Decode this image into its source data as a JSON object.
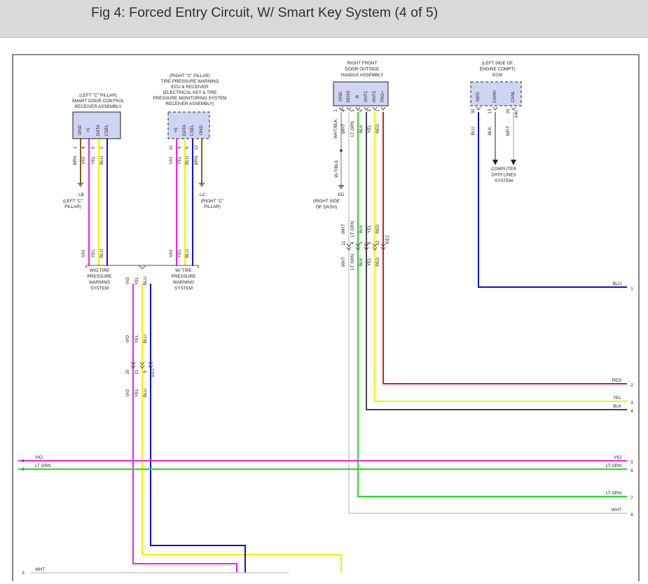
{
  "title": "Fig 4: Forced Entry Circuit, W/ Smart Key System (4 of 5)",
  "colors": {
    "VIO": "#ee22ee",
    "YEL": "#f2f200",
    "BLU": "#1111cc",
    "BRN": "#8b5a1e",
    "LT GRN": "#22dd22",
    "BLK": "#444444",
    "RED": "#ee1111",
    "WHT": "#c8c8c8",
    "WHT/BLK": "#888888",
    "component_fill": "#cfd4f2",
    "frame": "#222222"
  },
  "components": {
    "left_c": {
      "name": [
        "(LEFT \"C\" PILLAR)",
        "SMART DOOR CONTROL",
        "RECEIVER ASSEMBLY"
      ],
      "pins": [
        "GND",
        "+5",
        "DATA",
        "CSEL"
      ],
      "pin_numbers": [
        "1",
        "4",
        "5",
        "2"
      ],
      "wire_colors": [
        "BRN",
        "VIO",
        "YEL",
        "BLU"
      ],
      "ground_id": "LB",
      "ground_loc": [
        "(LEFT \"C\"",
        "PILLAR)"
      ]
    },
    "right_c": {
      "name": [
        "(RIGHT \"C\" PILLAR)",
        "TIRE PRESSURE WARNING",
        "ECU & RECEIVER",
        "(ELECTRICAL KEY & TIRE",
        "PRESSURE MONITORING SYSTEM",
        "RECEIVER ASSEMBLY)"
      ],
      "pins": [
        "+5",
        "DATA",
        "CSEL",
        "GND"
      ],
      "pin_numbers": [
        "10",
        "9",
        "6",
        "12"
      ],
      "wire_colors": [
        "VIO",
        "YEL",
        "BLU",
        "BRN"
      ],
      "ground_id": "LC",
      "ground_loc": [
        "(RIGHT \"C\"",
        "PILLAR)"
      ]
    },
    "door_handle": {
      "name": [
        "RIGHT FRONT",
        "DOOR OUTSIDE",
        "HANDLE ASSEMBLY"
      ],
      "pins": [
        "GND",
        "SENS",
        "B",
        "ANT1",
        "ANT2",
        "TRG+"
      ],
      "pin_numbers": [
        "2",
        "4",
        "5",
        "6",
        "3",
        "1"
      ],
      "wire_colors": [
        "WHT/BLK",
        "WHT",
        "LT GRN",
        "BLK",
        "YEL",
        "RED"
      ],
      "ground_wire": "W-T/BLK",
      "ground_id": "ED",
      "ground_loc": [
        "(RIGHT SIDE",
        "OF DASH)"
      ]
    },
    "ecm": {
      "name": [
        "(LEFT SIDE OF",
        "ENGINE COMPT)",
        "ECM"
      ],
      "pins": [
        "NEO",
        "CANH",
        "CANL"
      ],
      "pin_numbers": [
        "30",
        "13",
        "26"
      ],
      "wire_colors": [
        "BLU",
        "BLK",
        "WHT"
      ],
      "connector": "A40",
      "arrow_to": [
        "COMPUTER",
        "DATA LINES",
        "SYSTEM"
      ]
    }
  },
  "junction": {
    "left_label": [
      "W/O TIRE",
      "PRESSURE",
      "WARNING",
      "SYSTEM"
    ],
    "right_label": [
      "W/ TIRE",
      "PRESSURE",
      "WARNING",
      "SYSTEM"
    ],
    "top_colors": [
      "VIO",
      "YEL",
      "BLU"
    ],
    "bottom_colors": [
      "VIO",
      "YEL",
      "BLU"
    ]
  },
  "connector_ee2": {
    "id": "EE2",
    "pins": [
      "11",
      "4",
      "5",
      "6",
      "12"
    ],
    "top_colors": [
      "WHT",
      "LT GRN",
      "BLK",
      "YEL",
      "RED"
    ],
    "bottom_colors": [
      "WHT",
      "LT GRN",
      "BLK",
      "YEL",
      "RED"
    ]
  },
  "connector_ee2_lower": {
    "id": "EE2",
    "pins": [
      "20",
      "21",
      "9"
    ],
    "top_colors": [
      "VIO",
      "YEL",
      "BLU"
    ],
    "bottom_colors": [
      "VIO",
      "YEL",
      "BLU"
    ]
  },
  "right_refs": [
    {
      "label": "BLU",
      "ref": "1"
    },
    {
      "label": "RED",
      "ref": "2"
    },
    {
      "label": "YEL",
      "ref": "3"
    },
    {
      "label": "BLK",
      "ref": "4"
    },
    {
      "label": "VIO",
      "ref": "5"
    },
    {
      "label": "LT GRN",
      "ref": "6"
    },
    {
      "label": "LT GRN",
      "ref": "7"
    },
    {
      "label": "WHT",
      "ref": "8"
    }
  ],
  "left_refs": [
    {
      "label": "VIO",
      "ref": "1"
    },
    {
      "label": "LT GRN",
      "ref": "2"
    },
    {
      "label": "WHT",
      "ref": "3"
    }
  ]
}
